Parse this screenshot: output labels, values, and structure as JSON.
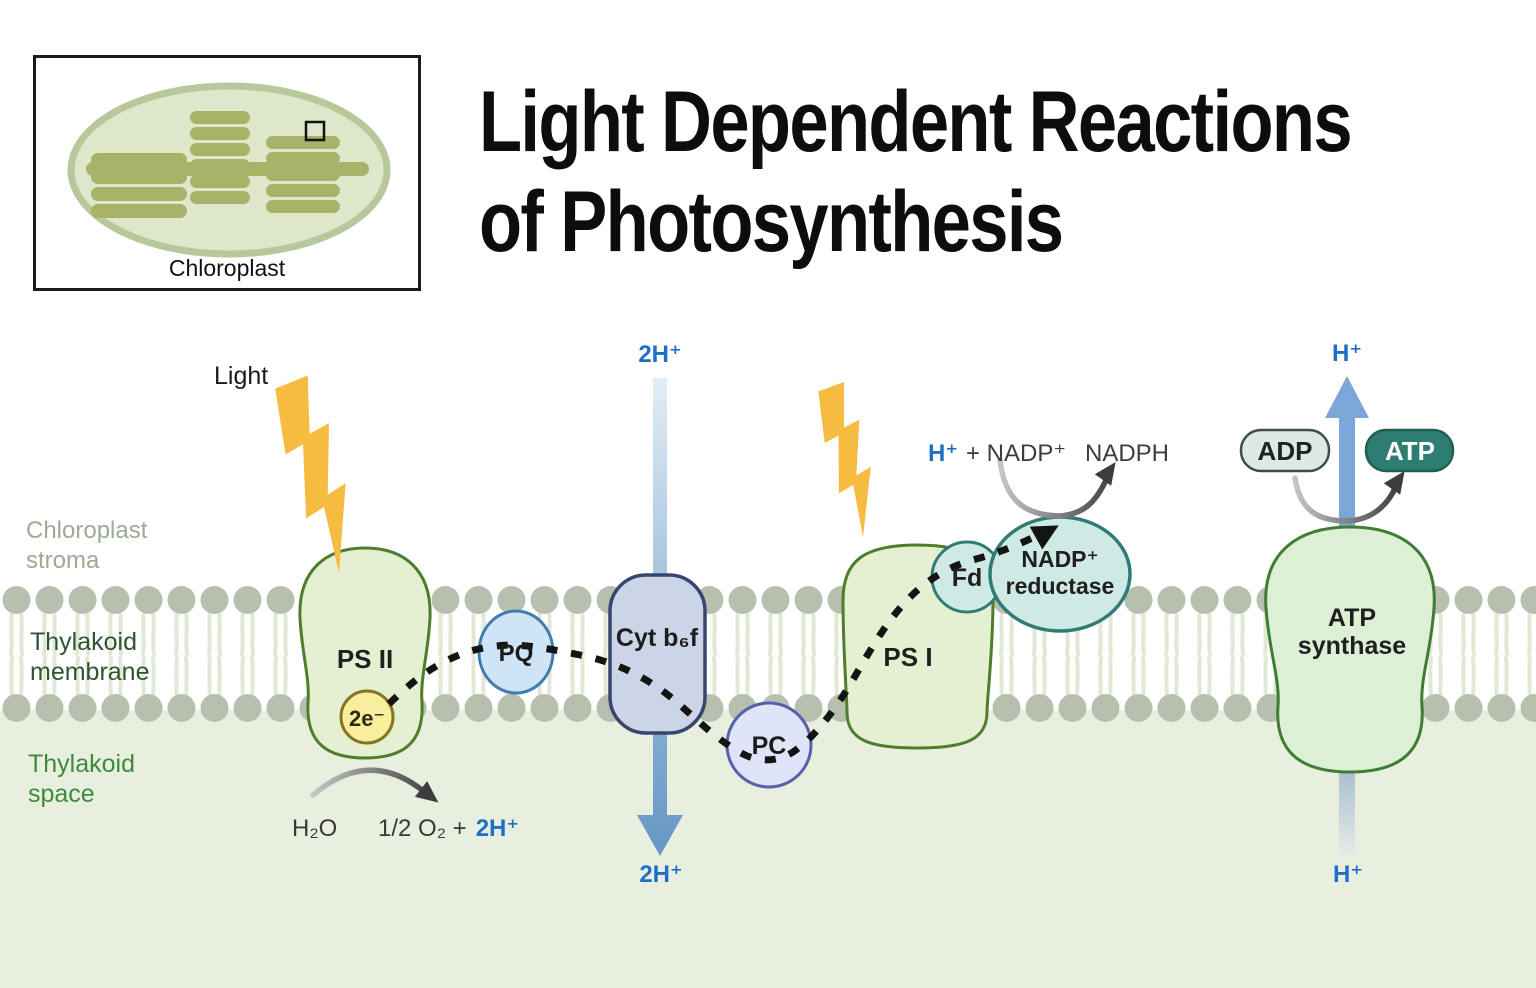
{
  "title": {
    "line1": "Light Dependent Reactions",
    "line2": "of Photosynthesis"
  },
  "inset": {
    "label": "Chloroplast"
  },
  "labels": {
    "light": "Light",
    "stroma_line1": "Chloroplast",
    "stroma_line2": "stroma",
    "membrane_line1": "Thylakoid",
    "membrane_line2": "membrane",
    "space_line1": "Thylakoid",
    "space_line2": "space"
  },
  "proteins": {
    "ps2": "PS II",
    "pq": "PQ",
    "cytb6f": "Cyt b₆f",
    "pc": "PC",
    "ps1": "PS I",
    "fd": "Fd",
    "nadp_reductase_line1": "NADP⁺",
    "nadp_reductase_line2": "reductase",
    "atp_synthase_line1": "ATP",
    "atp_synthase_line2": "synthase"
  },
  "molecules": {
    "electrons": "2e⁻",
    "h2o": "H₂O",
    "water_products_dark": "1/2 O₂ +",
    "water_products_blue": "2H⁺",
    "proton_pumped_top": "2H⁺",
    "proton_pumped_bottom": "2H⁺",
    "proton_atp_top": "H⁺",
    "proton_atp_bottom": "H⁺",
    "nadp_substrate_blue": "H⁺",
    "nadp_substrate_dark": "+ NADP⁺",
    "nadph": "NADPH",
    "adp": "ADP",
    "atp": "ATP"
  },
  "colors": {
    "proton_blue": "#1d6fc8",
    "bolt_yellow": "#f5bc41",
    "membrane_head": "#b7c0ae",
    "membrane_tail": "#e2e8d6",
    "thylakoid_space_bg": "#e9efdf",
    "photosystem_fill": "#e5f0d2",
    "photosystem_stroke": "#4f7d2c",
    "cytb6f_fill": "#ccd4e8",
    "cytb6f_stroke": "#36466e",
    "pq_fill": "#cfe5f5",
    "pq_stroke": "#3e7cb1",
    "pc_fill": "#e0e4f8",
    "pc_stroke": "#5562a9",
    "teal_fill": "#cfe9e5",
    "teal_stroke": "#2e7d74",
    "electron_fill": "#f8ee9d",
    "electron_stroke": "#85741f",
    "adp_fill": "#dde9e3",
    "atp_fill": "#2e7d72",
    "arrow_blue": "#7ba6d8",
    "arrow_gray": "#3d3d3d",
    "stroma_label": "#9cab93",
    "membrane_label": "#2e5531",
    "space_label": "#3e8a3c"
  }
}
